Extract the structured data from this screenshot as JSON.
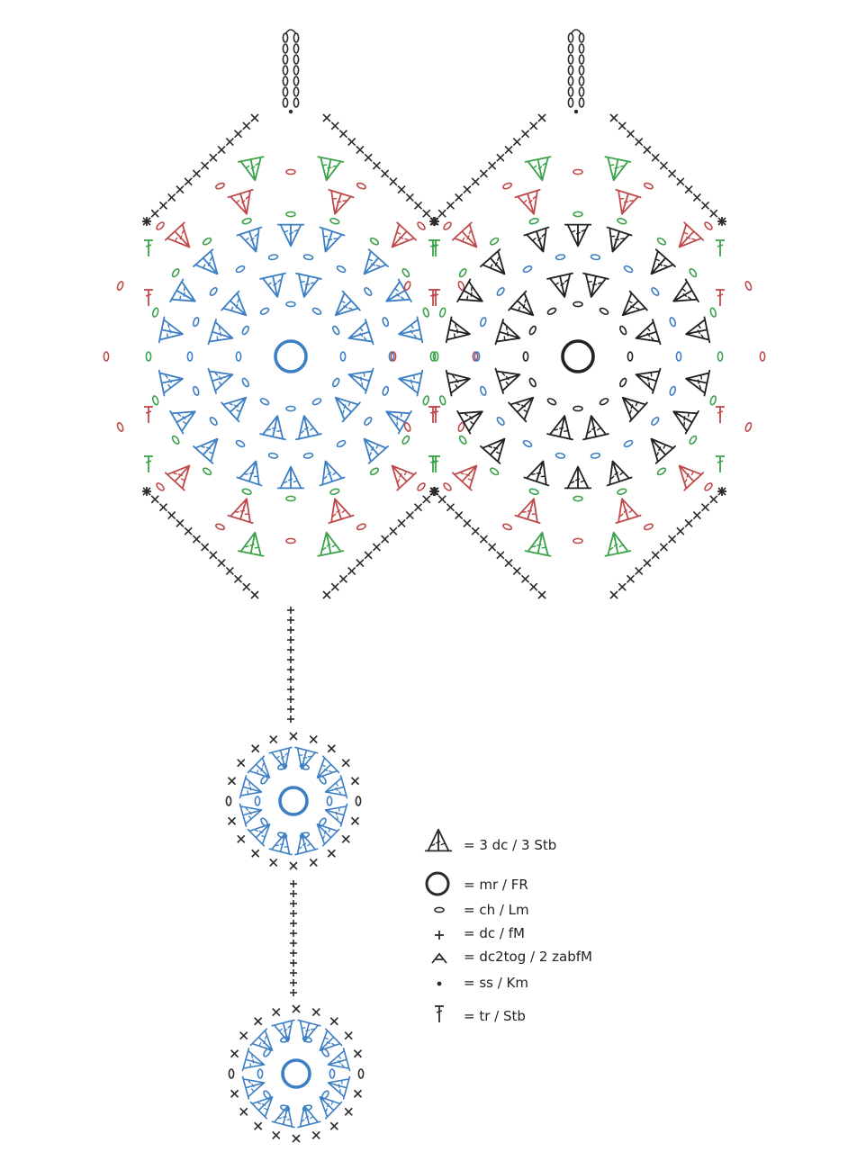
{
  "colors": {
    "green": "#3aa24a",
    "red": "#c0494b",
    "blue": "#3d7fc4",
    "black": "#222222",
    "ink": "#2b2b2b"
  },
  "legend": [
    {
      "symbol": "three-dc-icon",
      "label": "= 3 dc / 3 Stb"
    },
    {
      "symbol": "magic-ring-icon",
      "label": "= mr / FR"
    },
    {
      "symbol": "chain-icon",
      "label": "= ch / Lm"
    },
    {
      "symbol": "single-crochet-icon",
      "label": "= dc / fM"
    },
    {
      "symbol": "dc2tog-icon",
      "label": "= dc2tog / 2 zabfM"
    },
    {
      "symbol": "slip-stitch-icon",
      "label": "= ss / Km"
    },
    {
      "symbol": "treble-icon",
      "label": "= tr / Stb"
    }
  ]
}
